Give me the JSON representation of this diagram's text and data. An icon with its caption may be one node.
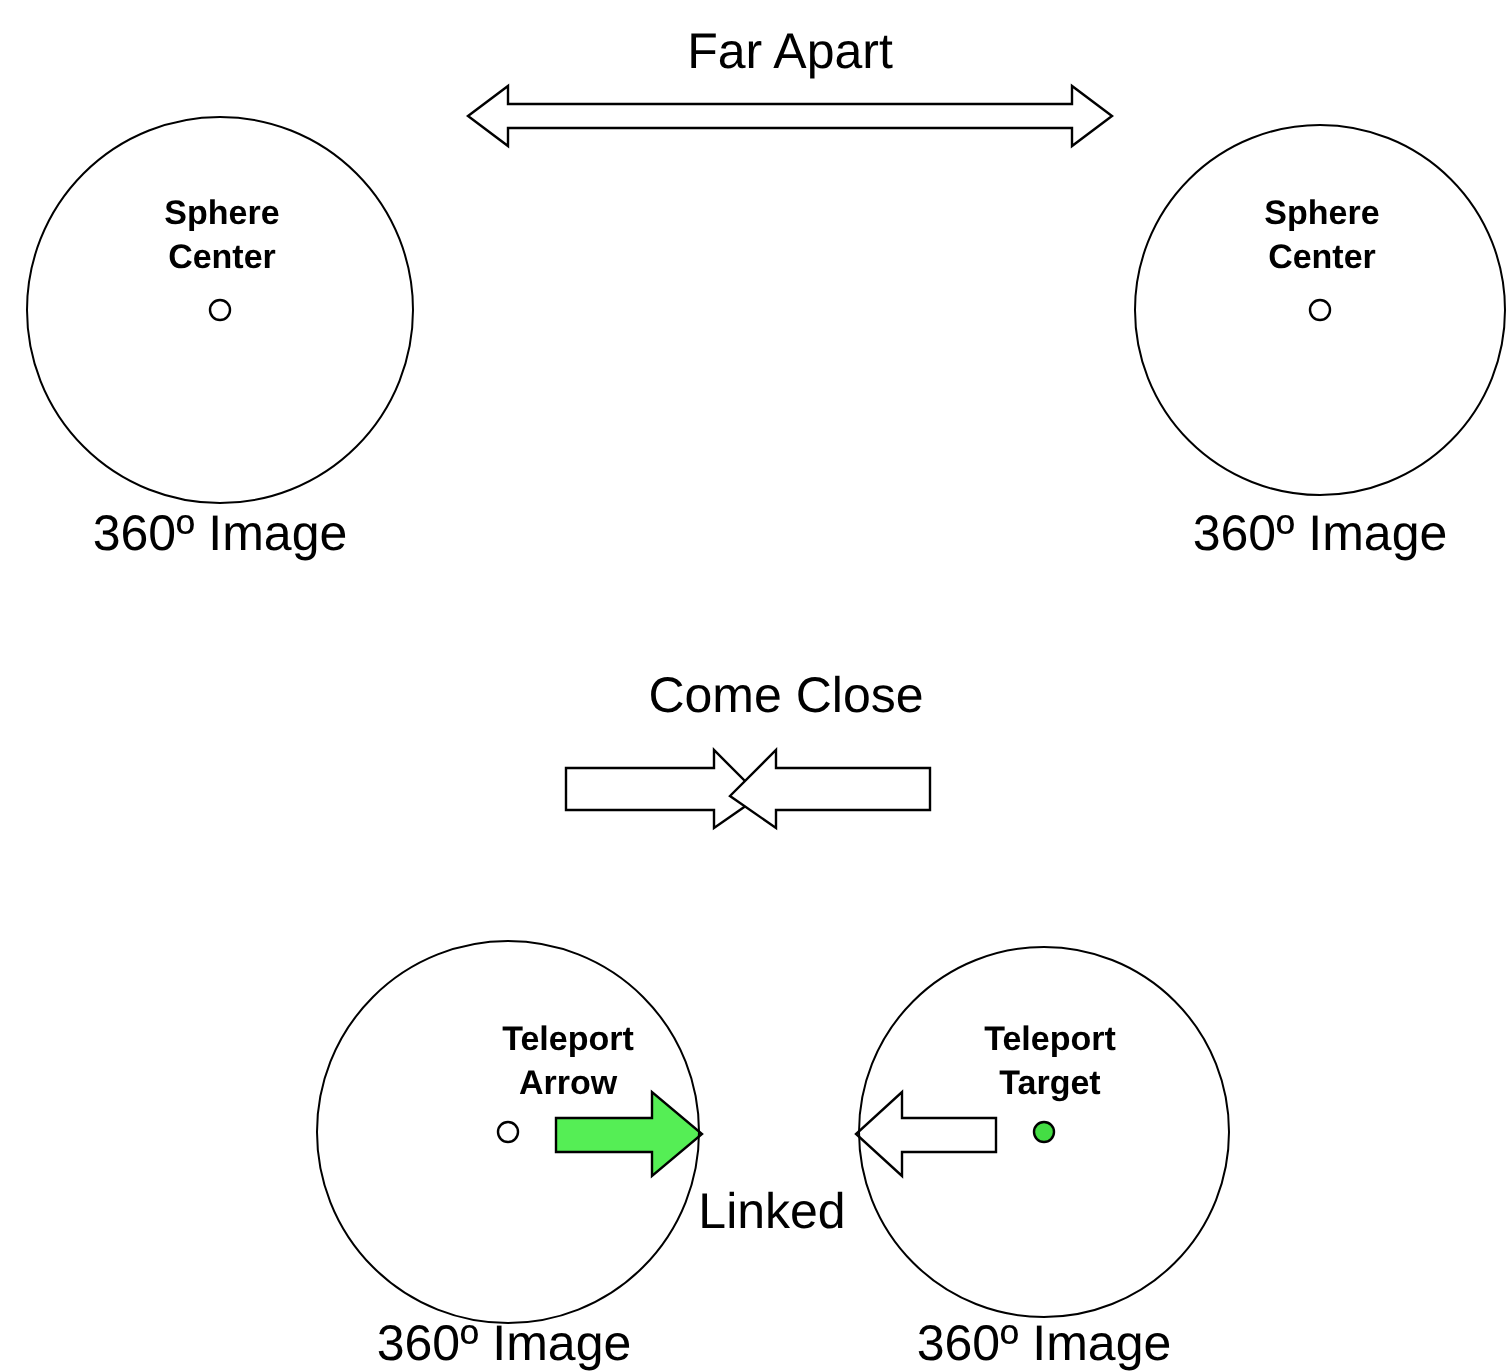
{
  "diagram": {
    "nodes": [
      {
        "text": [
          "Sphere Center"
        ],
        "beside": [
          "360º Image"
        ]
      },
      {
        "text": [
          "Sphere Center"
        ],
        "beside": [
          "360º Image"
        ]
      },
      {
        "text": [
          "Teleport Arrow"
        ],
        "beside": [
          "360º Image"
        ]
      },
      {
        "text": [
          "Teleport Target"
        ],
        "beside": [
          "360º Image"
        ]
      }
    ],
    "labels": [
      "Far Apart",
      "Come Close",
      "Linked"
    ]
  }
}
